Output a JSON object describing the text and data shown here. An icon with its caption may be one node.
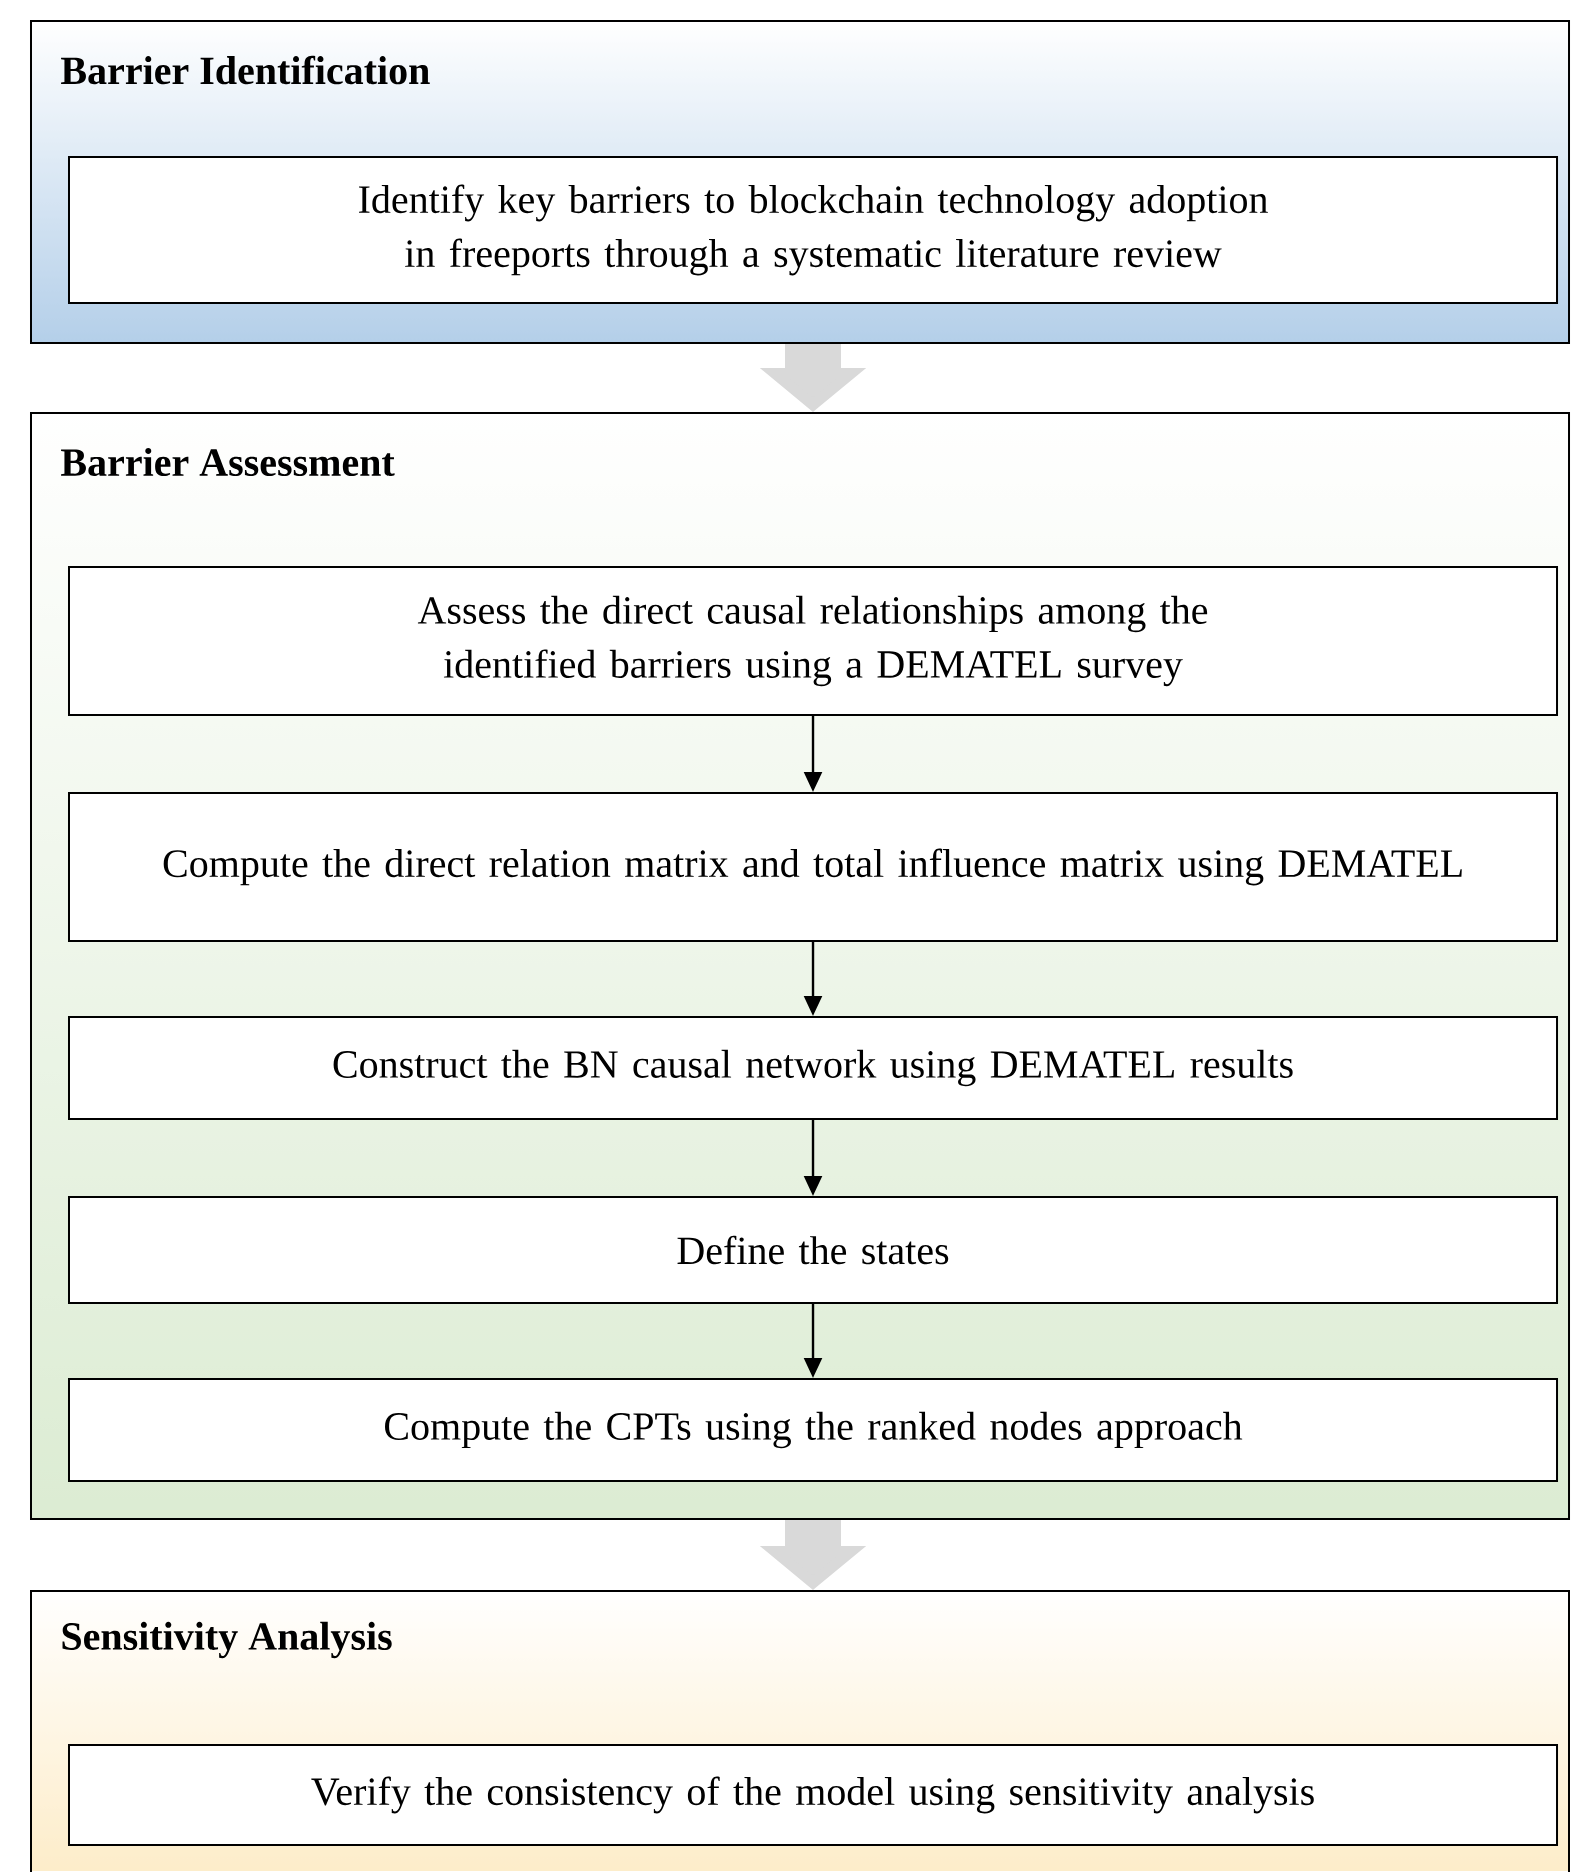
{
  "diagram": {
    "nodes": [
      {
        "text": [
          "Barrier Identification"
        ]
      },
      {
        "text": [
          "Identify key barriers to blockchain technology adoption in freeports through a systematic literature review"
        ],
        "in": 0
      },
      {
        "text": [
          "Barrier Assessment"
        ]
      },
      {
        "text": [
          "Assess the direct causal relationships among the identified barriers using a DEMATEL survey"
        ],
        "in": 2
      },
      {
        "text": [
          "Compute the direct relation matrix and total influence matrix using DEMATEL"
        ],
        "in": 2
      },
      {
        "text": [
          "Construct the BN causal network using DEMATEL results"
        ],
        "in": 2
      },
      {
        "text": [
          "Define the states"
        ],
        "in": 2
      },
      {
        "text": [
          "Compute the CPTs using the ranked nodes approach"
        ],
        "in": 2
      },
      {
        "text": [
          "Sensitivity Analysis"
        ]
      },
      {
        "text": [
          "Verify the consistency of the model using sensitivity analysis"
        ],
        "in": 8
      }
    ],
    "edges": [
      {
        "from": 0,
        "to": 2,
        "arrow": "to",
        "style": "thick",
        "color": "#d9d9d9"
      },
      {
        "from": 3,
        "to": 4,
        "arrow": "to"
      },
      {
        "from": 4,
        "to": 5,
        "arrow": "to"
      },
      {
        "from": 5,
        "to": 6,
        "arrow": "to"
      },
      {
        "from": 6,
        "to": 7,
        "arrow": "to"
      },
      {
        "from": 2,
        "to": 8,
        "arrow": "to",
        "style": "thick",
        "color": "#d9d9d9"
      }
    ]
  }
}
